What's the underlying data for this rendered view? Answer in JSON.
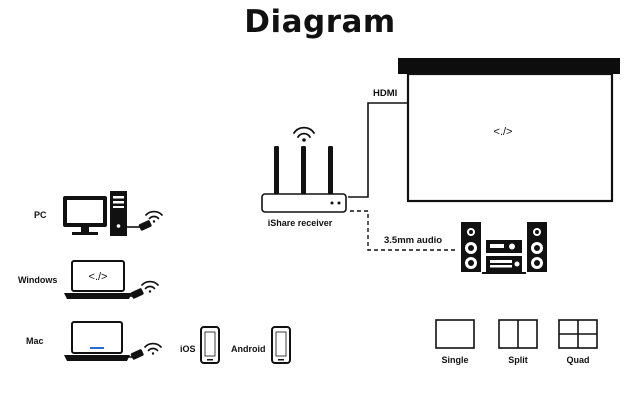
{
  "title": "Diagram",
  "labels": {
    "hdmi": "HDMI",
    "screen_code": "<./>",
    "receiver": "iShare receiver",
    "audio": "3.5mm audio",
    "pc": "PC",
    "windows": "Windows",
    "windows_code": "<./>",
    "mac": "Mac",
    "ios": "iOS",
    "android": "Android",
    "single": "Single",
    "split": "Split",
    "quad": "Quad"
  },
  "icons": [
    "projector-screen-icon",
    "wifi-router-icon",
    "speaker-system-icon",
    "desktop-pc-icon",
    "laptop-icon",
    "phone-icon",
    "wifi-icon",
    "dongle-icon",
    "layout-single-icon",
    "layout-split-icon",
    "layout-quad-icon"
  ]
}
